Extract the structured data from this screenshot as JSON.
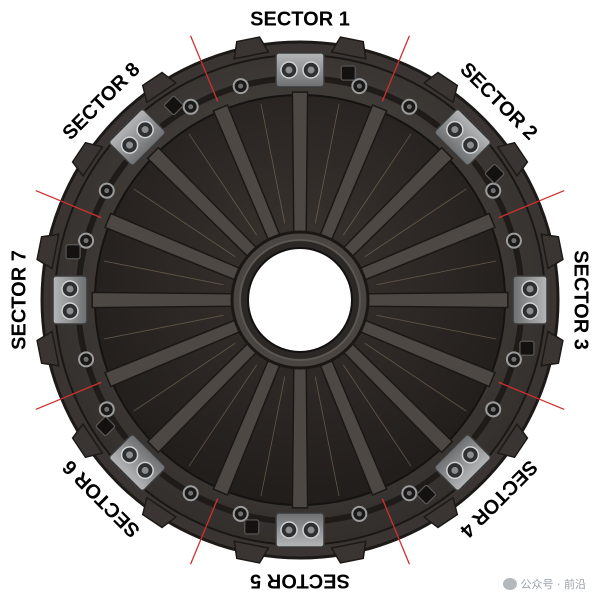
{
  "sectors": [
    {
      "id": 1,
      "label": "SECTOR 1"
    },
    {
      "id": 2,
      "label": "SECTOR 2"
    },
    {
      "id": 3,
      "label": "SECTOR 3"
    },
    {
      "id": 4,
      "label": "SECTOR 4"
    },
    {
      "id": 5,
      "label": "SECTOR 5"
    },
    {
      "id": 6,
      "label": "SECTOR 6"
    },
    {
      "id": 7,
      "label": "SECTOR 7"
    },
    {
      "id": 8,
      "label": "SECTOR 8"
    }
  ],
  "watermark": {
    "text": "公众号 · 前沿"
  },
  "colors": {
    "divider": "#d0312d",
    "ring": "#4a4541",
    "ring_dark": "#2c2826",
    "panel": "#2a2522",
    "connector": "#8a8c8e",
    "hub": "#ffffff"
  },
  "icons": {
    "connector": "connector-block-icon",
    "fastener": "bolt-icon",
    "logo": "wechat-logo-icon"
  }
}
